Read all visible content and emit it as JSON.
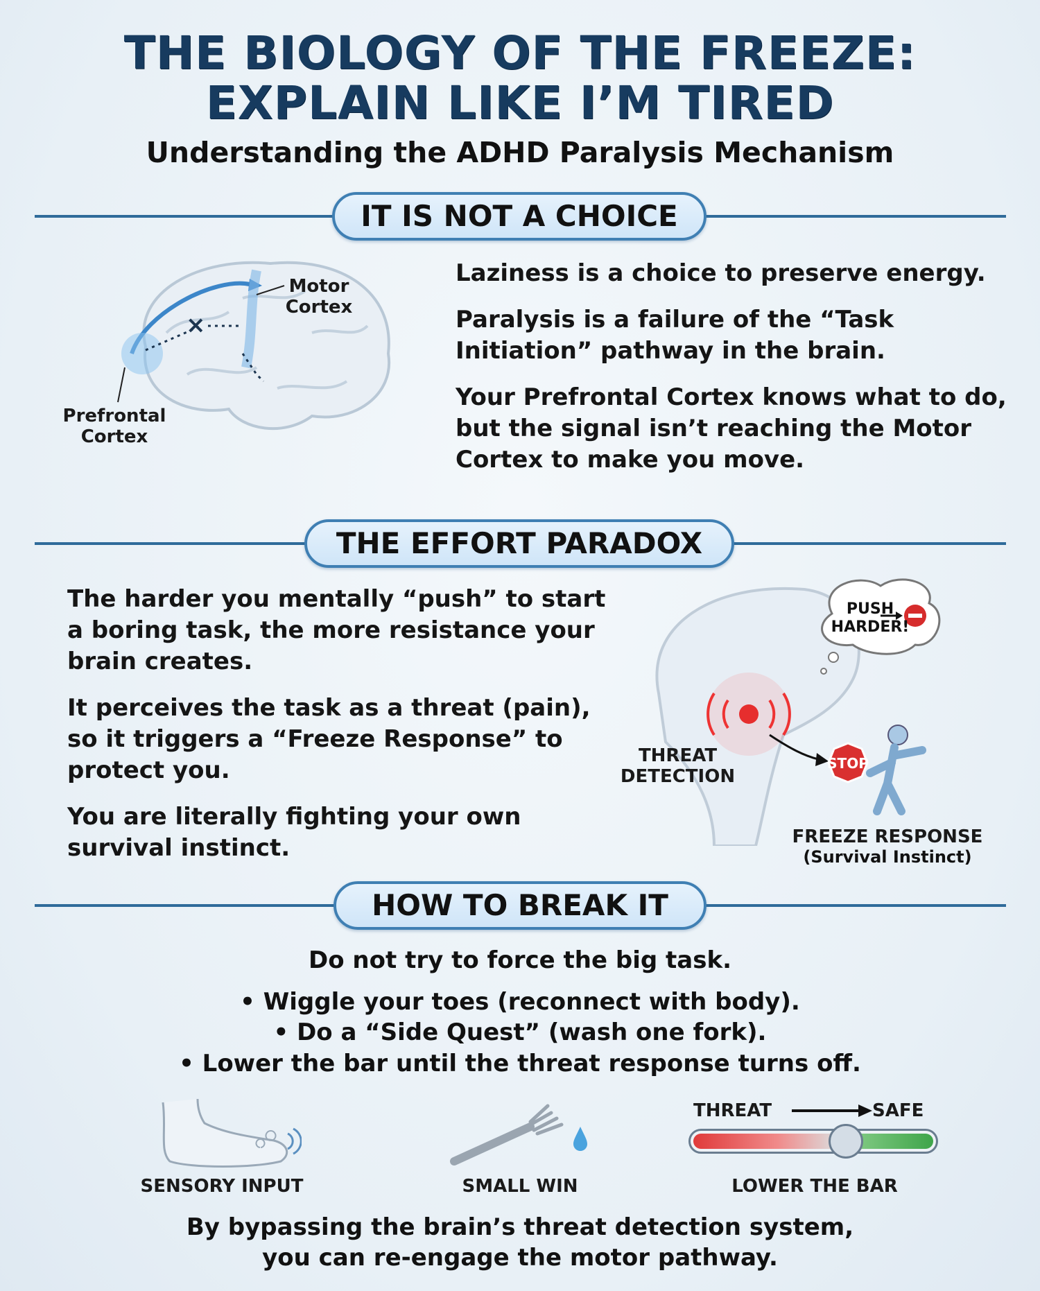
{
  "header": {
    "title_line1": "THE BIOLOGY OF THE FREEZE:",
    "title_line2": "EXPLAIN LIKE I’M TIRED",
    "subtitle": "Understanding the ADHD Paralysis Mechanism"
  },
  "section1": {
    "heading": "IT IS NOT A CHOICE",
    "paragraphs": [
      "Laziness is a choice to preserve energy.",
      "Paralysis is a failure of the “Task Initiation” pathway in the brain.",
      "Your Prefrontal Cortex knows what to do, but the signal isn’t reaching the Motor Cortex to make you move."
    ],
    "labels": {
      "motor": "Motor Cortex",
      "prefrontal": "Prefrontal Cortex"
    }
  },
  "section2": {
    "heading": "THE EFFORT PARADOX",
    "paragraphs": [
      "The harder you mentally “push” to start a boring task, the more resistance your brain creates.",
      "It perceives the task as a threat (pain), so it triggers a “Freeze Response” to protect you.",
      "You are literally fighting your own survival instinct."
    ],
    "labels": {
      "bubble": "PUSH HARDER!",
      "threat": "THREAT DETECTION",
      "stop": "STOP",
      "freeze": "FREEZE RESPONSE",
      "freeze_sub": "(Survival Instinct)"
    }
  },
  "section3": {
    "heading": "HOW TO BREAK IT",
    "intro": "Do not try to force the big task.",
    "bullets": [
      "• Wiggle your toes (reconnect with body).",
      "• Do a “Side Quest” (wash one fork).",
      "• Lower the bar until the threat response turns off."
    ],
    "icons": [
      {
        "icon": "foot-icon",
        "label": "SENSORY INPUT"
      },
      {
        "icon": "fork-icon",
        "label": "SMALL WIN"
      },
      {
        "icon": "slider-icon",
        "label": "LOWER THE BAR"
      }
    ],
    "slider": {
      "left_label": "THREAT",
      "right_label": "SAFE",
      "value": 0.64,
      "colors": {
        "threat": "#e03a3a",
        "safe": "#3fa54a"
      }
    }
  },
  "footer": {
    "line1": "By bypassing the brain’s threat detection system,",
    "line2": "you can re-engage the motor pathway."
  }
}
